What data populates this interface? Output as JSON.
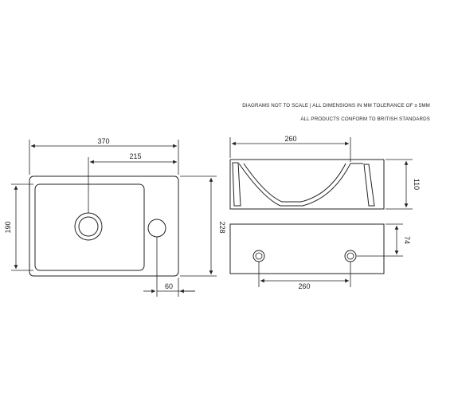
{
  "notes": {
    "line1": "DIAGRAMS NOT TO SCALE | ALL DIMENSIONS IN MM TOLERANCE OF ± 5mm",
    "line2": "ALL PRODUCTS CONFORM TO BRITISH STANDARDS"
  },
  "dimensions": {
    "top_width": "370",
    "tap_offset": "215",
    "inner_height": "190",
    "overall_depth": "228",
    "overflow_offset": "60",
    "front_width": "260",
    "front_height": "110",
    "rear_spacing": "260",
    "rear_height": "74"
  }
}
